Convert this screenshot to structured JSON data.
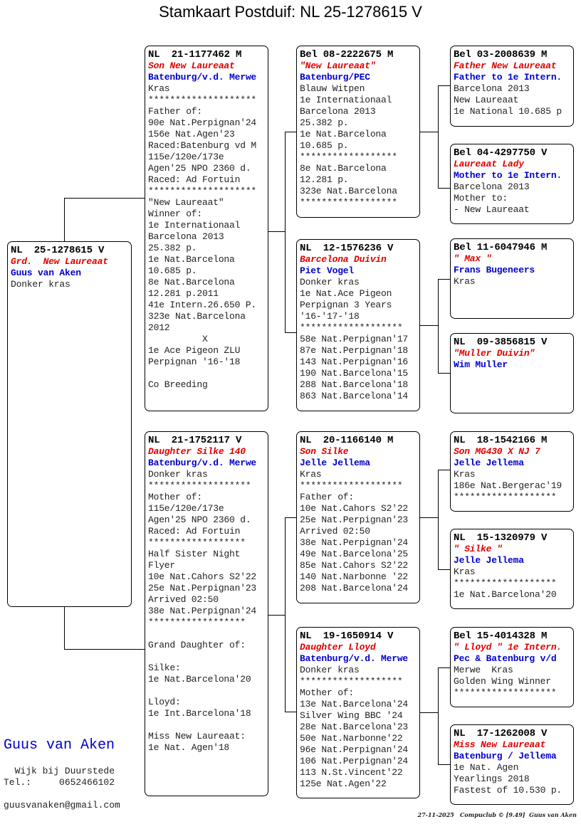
{
  "title": "Stamkaart Postduif: NL  25-1278615 V",
  "boxes": [
    {
      "name": "subject",
      "lines": [
        [
          "id",
          "NL  25-1278615 V"
        ],
        [
          "red",
          "Grd.  New Laureaat"
        ],
        [
          "blue",
          "Guus van Aken"
        ],
        [
          "n",
          "Donker kras"
        ]
      ]
    },
    {
      "name": "father",
      "lines": [
        [
          "id",
          "NL  21-1177462 M"
        ],
        [
          "red",
          "Son New Laureaat"
        ],
        [
          "blue",
          "Batenburg/v.d. Merwe"
        ],
        [
          "n",
          "Kras"
        ],
        [
          "n",
          "********************"
        ],
        [
          "n",
          "Father of:"
        ],
        [
          "n",
          "90e Nat.Perpignan'24"
        ],
        [
          "n",
          "156e Nat.Agen'23"
        ],
        [
          "n",
          "Raced:Batenburg vd M"
        ],
        [
          "n",
          "115e/120e/173e"
        ],
        [
          "n",
          "Agen'25 NPO 2360 d."
        ],
        [
          "n",
          "Raced: Ad Fortuin"
        ],
        [
          "n",
          "********************"
        ],
        [
          "n",
          "\"New Laureaat\""
        ],
        [
          "n",
          "Winner of:"
        ],
        [
          "n",
          "1e Internationaal"
        ],
        [
          "n",
          "Barcelona 2013"
        ],
        [
          "n",
          "25.382 p."
        ],
        [
          "n",
          "1e Nat.Barcelona"
        ],
        [
          "n",
          "10.685 p."
        ],
        [
          "n",
          "8e Nat.Barcelona"
        ],
        [
          "n",
          "12.281 p.2011"
        ],
        [
          "n",
          "41e Intern.26.650 P."
        ],
        [
          "n",
          "323e Nat.Barcelona"
        ],
        [
          "n",
          "2012"
        ],
        [
          "n",
          "          X"
        ],
        [
          "n",
          "1e Ace Pigeon ZLU"
        ],
        [
          "n",
          "Perpignan '16-'18"
        ],
        [
          "n",
          " "
        ],
        [
          "n",
          "Co Breeding"
        ]
      ]
    },
    {
      "name": "mother",
      "lines": [
        [
          "id",
          "NL  21-1752117 V"
        ],
        [
          "red",
          "Daughter Silke 140"
        ],
        [
          "blue",
          "Batenburg/v.d. Merwe"
        ],
        [
          "n",
          "Donker kras"
        ],
        [
          "n",
          "*******************"
        ],
        [
          "n",
          "Mother of:"
        ],
        [
          "n",
          "115e/120e/173e"
        ],
        [
          "n",
          "Agen'25 NPO 2360 d."
        ],
        [
          "n",
          "Raced: Ad Fortuin"
        ],
        [
          "n",
          "******************"
        ],
        [
          "n",
          "Half Sister Night"
        ],
        [
          "n",
          "Flyer"
        ],
        [
          "n",
          "10e Nat.Cahors S2'22"
        ],
        [
          "n",
          "25e Nat.Perpignan'23"
        ],
        [
          "n",
          "Arrived 02:50"
        ],
        [
          "n",
          "38e Nat.Perpignan'24"
        ],
        [
          "n",
          "******************"
        ],
        [
          "n",
          " "
        ],
        [
          "n",
          "Grand Daughter of:"
        ],
        [
          "n",
          " "
        ],
        [
          "n",
          "Silke:"
        ],
        [
          "n",
          "1e Nat.Barcelona'20"
        ],
        [
          "n",
          " "
        ],
        [
          "n",
          "Lloyd:"
        ],
        [
          "n",
          "1e Int.Barcelona'18"
        ],
        [
          "n",
          " "
        ],
        [
          "n",
          "Miss New Laureaat:"
        ],
        [
          "n",
          "1e Nat. Agen'18"
        ]
      ]
    },
    {
      "name": "paternal-grandfather",
      "lines": [
        [
          "id",
          "Bel 08-2222675 M"
        ],
        [
          "red",
          "\"New Laureaat\""
        ],
        [
          "blue",
          "Batenburg/PEC"
        ],
        [
          "n",
          "Blauw Witpen"
        ],
        [
          "n",
          "1e Internationaal"
        ],
        [
          "n",
          "Barcelona 2013"
        ],
        [
          "n",
          "25.382 p."
        ],
        [
          "n",
          "1e Nat.Barcelona"
        ],
        [
          "n",
          "10.685 p."
        ],
        [
          "n",
          "******************"
        ],
        [
          "n",
          "8e Nat.Barcelona"
        ],
        [
          "n",
          "12.281 p."
        ],
        [
          "n",
          "323e Nat.Barcelona"
        ],
        [
          "n",
          "******************"
        ]
      ]
    },
    {
      "name": "paternal-grandmother",
      "lines": [
        [
          "id",
          "NL  12-1576236 V"
        ],
        [
          "red",
          "Barcelona Duivin"
        ],
        [
          "blue",
          "Piet Vogel"
        ],
        [
          "n",
          "Donker kras"
        ],
        [
          "n",
          "1e Nat.Ace Pigeon"
        ],
        [
          "n",
          "Perpignan 3 Years"
        ],
        [
          "n",
          "'16-'17-'18"
        ],
        [
          "n",
          "*******************"
        ],
        [
          "n",
          "58e Nat.Perpignan'17"
        ],
        [
          "n",
          "87e Nat.Perpignan'18"
        ],
        [
          "n",
          "143 Nat.Perpignan'16"
        ],
        [
          "n",
          "190 Nat.Barcelona'15"
        ],
        [
          "n",
          "288 Nat.Barcelona'18"
        ],
        [
          "n",
          "863 Nat.Barcelona'14"
        ]
      ]
    },
    {
      "name": "maternal-grandfather",
      "lines": [
        [
          "id",
          "NL  20-1166140 M"
        ],
        [
          "red",
          "Son Silke"
        ],
        [
          "blue",
          "Jelle Jellema"
        ],
        [
          "n",
          "Kras"
        ],
        [
          "n",
          "*******************"
        ],
        [
          "n",
          "Father of:"
        ],
        [
          "n",
          "10e Nat.Cahors S2'22"
        ],
        [
          "n",
          "25e Nat.Perpignan'23"
        ],
        [
          "n",
          "Arrived 02:50"
        ],
        [
          "n",
          "38e Nat.Perpignan'24"
        ],
        [
          "n",
          "49e Nat.Barcelona'25"
        ],
        [
          "n",
          "85e Nat.Cahors S2'22"
        ],
        [
          "n",
          "140 Nat.Narbonne '22"
        ],
        [
          "n",
          "208 Nat.Barcelona'24"
        ]
      ]
    },
    {
      "name": "maternal-grandmother",
      "lines": [
        [
          "id",
          "NL  19-1650914 V"
        ],
        [
          "red",
          "Daughter Lloyd"
        ],
        [
          "blue",
          "Batenburg/v.d. Merwe"
        ],
        [
          "n",
          "Donker kras"
        ],
        [
          "n",
          "*******************"
        ],
        [
          "n",
          "Mother of:"
        ],
        [
          "n",
          "13e Nat.Barcelona'24"
        ],
        [
          "n",
          "Silver Wing BBC '24"
        ],
        [
          "n",
          "28e Nat.Barcelona'23"
        ],
        [
          "n",
          "50e Nat.Narbonne'22"
        ],
        [
          "n",
          "96e Nat.Perpignan'24"
        ],
        [
          "n",
          "106 Nat.Perpignan'24"
        ],
        [
          "n",
          "113 N.St.Vincent'22"
        ],
        [
          "n",
          "125e Nat.Agen'22"
        ]
      ]
    },
    {
      "name": "gg-1",
      "lines": [
        [
          "id",
          "Bel 03-2008639 M"
        ],
        [
          "red",
          "Father New Laureaat"
        ],
        [
          "blue",
          "Father to 1e Intern."
        ],
        [
          "n",
          "Barcelona 2013"
        ],
        [
          "n",
          "New Laureaat"
        ],
        [
          "n",
          "1e National 10.685 p"
        ]
      ]
    },
    {
      "name": "gg-2",
      "lines": [
        [
          "id",
          "Bel 04-4297750 V"
        ],
        [
          "red",
          "Laureaat Lady"
        ],
        [
          "blue",
          "Mother to 1e Intern."
        ],
        [
          "n",
          "Barcelona 2013"
        ],
        [
          "n",
          "Mother to:"
        ],
        [
          "n",
          "- New Laureaat"
        ]
      ]
    },
    {
      "name": "gg-3",
      "lines": [
        [
          "id",
          "Bel 11-6047946 M"
        ],
        [
          "red",
          "\" Max \""
        ],
        [
          "blue",
          "Frans Bugeneers"
        ],
        [
          "n",
          "Kras"
        ]
      ]
    },
    {
      "name": "gg-4",
      "lines": [
        [
          "id",
          "NL  09-3856815 V"
        ],
        [
          "red",
          "\"Muller Duivin\""
        ],
        [
          "blue",
          "Wim Muller"
        ]
      ]
    },
    {
      "name": "gg-5",
      "lines": [
        [
          "id",
          "NL  18-1542166 M"
        ],
        [
          "red",
          "Son MG430 X NJ 7"
        ],
        [
          "blue",
          "Jelle Jellema"
        ],
        [
          "n",
          "Kras"
        ],
        [
          "n",
          "186e Nat.Bergerac'19"
        ],
        [
          "n",
          "*******************"
        ]
      ]
    },
    {
      "name": "gg-6",
      "lines": [
        [
          "id",
          "NL  15-1320979 V"
        ],
        [
          "red",
          "\" Silke \""
        ],
        [
          "blue",
          "Jelle Jellema"
        ],
        [
          "n",
          "Kras"
        ],
        [
          "n",
          "*******************"
        ],
        [
          "n",
          "1e Nat.Barcelona'20"
        ]
      ]
    },
    {
      "name": "gg-7",
      "lines": [
        [
          "id",
          "Bel 15-4014328 M"
        ],
        [
          "red",
          "\" Lloyd \" 1e Intern."
        ],
        [
          "blue",
          "Pec & Batenburg v/d"
        ],
        [
          "n",
          "Merwe  Kras"
        ],
        [
          "n",
          "Golden Wing Winner"
        ],
        [
          "n",
          "*******************"
        ]
      ]
    },
    {
      "name": "gg-8",
      "lines": [
        [
          "id",
          "NL  17-1262008 V"
        ],
        [
          "red",
          "Miss New Laureaat"
        ],
        [
          "blue",
          "Batenburg / Jellema"
        ],
        [
          "n",
          "1e Nat. Agen"
        ],
        [
          "n",
          "Yearlings 2018"
        ],
        [
          "n",
          "Fastest of 10.530 p."
        ]
      ]
    }
  ],
  "footer": {
    "owner": "Guus van Aken",
    "location": "  Wijk bij Duurstede",
    "phone": "Tel.:     0652466102",
    "email": "guusvanaken@gmail.com",
    "stamp": "27-11-2025   Compuclub © [9.49]  Guus van Aken"
  }
}
